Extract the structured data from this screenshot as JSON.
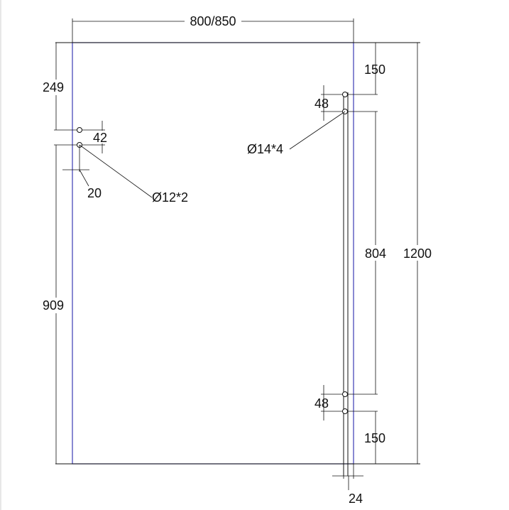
{
  "drawing": {
    "dimensions": {
      "width_label": "800/850",
      "height_label": "1200",
      "top_right_offset": "150",
      "bottom_right_offset": "150",
      "right_hole_spacing_top": "48",
      "right_hole_spacing_bottom": "48",
      "right_span": "804",
      "left_top_offset": "249",
      "left_hole_spacing": "42",
      "left_bottom_offset": "909",
      "left_edge_offset": "20",
      "right_edge_offset": "24"
    },
    "callouts": {
      "left_holes": "Ø12*2",
      "right_holes": "Ø14*4"
    },
    "colors": {
      "panel_outline": "#3b3bb5",
      "dimension_lines": "#111111"
    }
  }
}
